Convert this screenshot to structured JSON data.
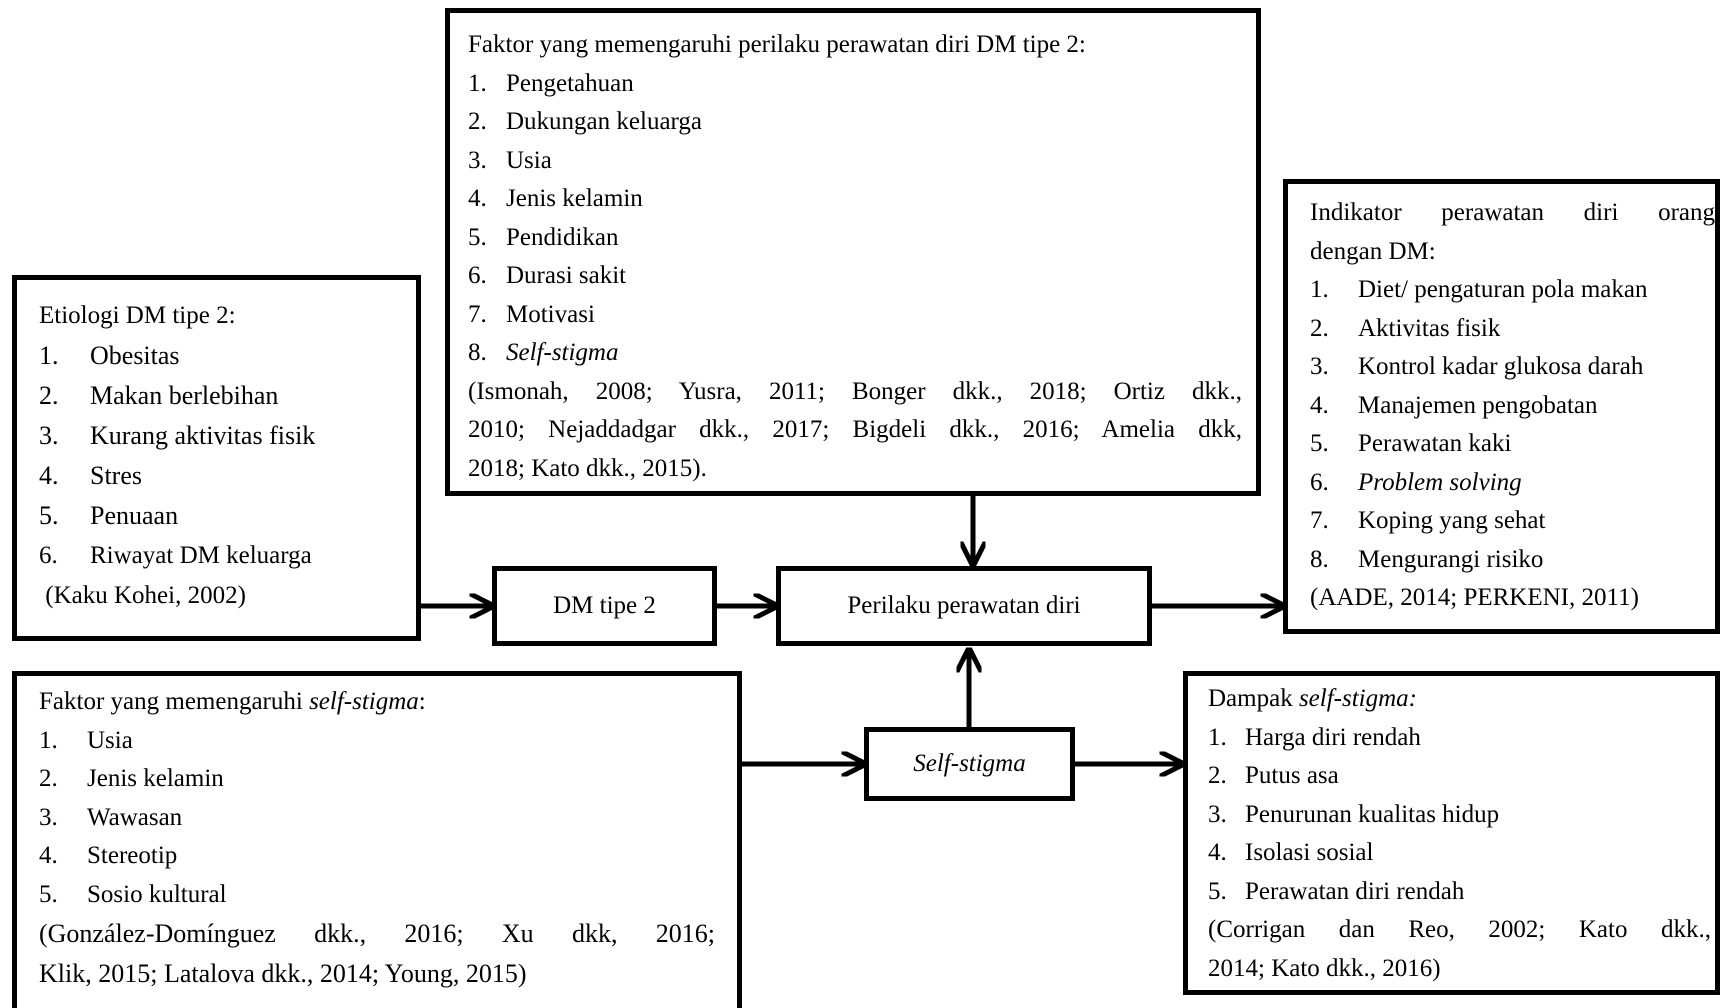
{
  "factors_box": {
    "title": "Faktor yang memengaruhi perilaku perawatan diri DM tipe 2:",
    "items": [
      {
        "num": "1.",
        "text": "Pengetahuan"
      },
      {
        "num": "2.",
        "text": "Dukungan keluarga"
      },
      {
        "num": "3.",
        "text": "Usia"
      },
      {
        "num": "4.",
        "text": "Jenis kelamin"
      },
      {
        "num": "5.",
        "text": "Pendidikan"
      },
      {
        "num": "6.",
        "text": "Durasi sakit"
      },
      {
        "num": "7.",
        "text": "Motivasi"
      },
      {
        "num": "8.",
        "text": "Self-stigma"
      }
    ],
    "citation": [
      "(Ismonah, 2008; Yusra, 2011; Bonger dkk., 2018; Ortiz dkk.,",
      "2010; Nejaddadgar dkk., 2017; Bigdeli dkk., 2016; Amelia dkk,",
      "2018; Kato dkk., 2015)."
    ]
  },
  "etiology_box": {
    "title": "Etiologi DM tipe 2:",
    "items": [
      {
        "num": "1.",
        "text": "Obesitas"
      },
      {
        "num": "2.",
        "text": "Makan berlebihan"
      },
      {
        "num": "3.",
        "text": "Kurang aktivitas fisik"
      },
      {
        "num": "4.",
        "text": "Stres"
      },
      {
        "num": "5.",
        "text": "Penuaan"
      },
      {
        "num": "6.",
        "text": "Riwayat DM keluarga"
      }
    ],
    "citation": " (Kaku Kohei, 2002)"
  },
  "indicator_box": {
    "title": [
      "Indikator perawatan diri orang",
      "dengan DM:"
    ],
    "items": [
      {
        "num": "1.",
        "text": "Diet/ pengaturan pola makan"
      },
      {
        "num": "2.",
        "text": "Aktivitas fisik"
      },
      {
        "num": "3.",
        "text": "Kontrol kadar glukosa darah"
      },
      {
        "num": "4.",
        "text": "Manajemen pengobatan"
      },
      {
        "num": "5.",
        "text": "Perawatan kaki"
      },
      {
        "num": "6.",
        "text": "Problem solving"
      },
      {
        "num": "7.",
        "text": "Koping yang sehat"
      },
      {
        "num": "8.",
        "text": "Mengurangi risiko"
      }
    ],
    "citation": "(AADE, 2014; PERKENI, 2011)"
  },
  "stigma_factors_box": {
    "title_prefix": "Faktor yang memengaruhi ",
    "title_italic": "self-stigma",
    "title_suffix": ":",
    "items": [
      {
        "num": "1.",
        "text": "Usia"
      },
      {
        "num": "2.",
        "text": "Jenis kelamin"
      },
      {
        "num": "3.",
        "text": "Wawasan"
      },
      {
        "num": "4.",
        "text": "Stereotip"
      },
      {
        "num": "5.",
        "text": "Sosio kultural"
      }
    ],
    "citation": [
      "(González-Domínguez dkk., 2016; Xu dkk, 2016;",
      "Klik, 2015; Latalova dkk., 2014; Young, 2015)"
    ]
  },
  "impact_box": {
    "title_prefix": "Dampak ",
    "title_italic": "self-stigma:",
    "items": [
      {
        "num": "1.",
        "text": "Harga diri rendah"
      },
      {
        "num": "2.",
        "text": "Putus asa"
      },
      {
        "num": "3.",
        "text": "Penurunan kualitas hidup"
      },
      {
        "num": "4.",
        "text": "Isolasi sosial"
      },
      {
        "num": "5.",
        "text": "Perawatan diri rendah"
      }
    ],
    "citation": [
      "(Corrigan dan Reo, 2002; Kato dkk.,",
      "2014; Kato dkk., 2016)"
    ]
  },
  "nodes": {
    "dm": "DM tipe 2",
    "behavior": "Perilaku perawatan diri",
    "self_stigma": "Self-stigma"
  }
}
